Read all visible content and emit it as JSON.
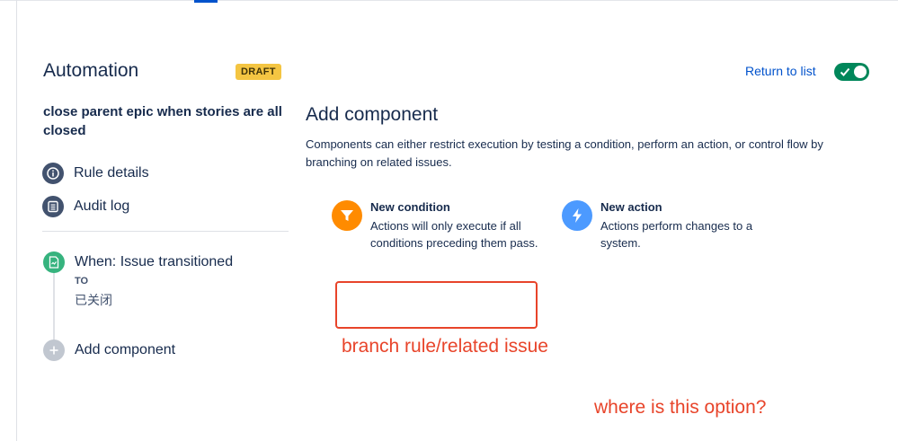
{
  "sidebar": {
    "title": "Automation",
    "badge": "DRAFT",
    "rule_name": "close parent epic when stories are all closed",
    "nav": [
      {
        "label": "Rule details",
        "icon": "info-icon"
      },
      {
        "label": "Audit log",
        "icon": "list-icon"
      }
    ],
    "trigger": {
      "label": "When: Issue transitioned",
      "to_label": "TO",
      "to_value": "已关闭",
      "icon": "trigger-icon"
    },
    "add_component": {
      "label": "Add component",
      "icon": "plus-icon"
    }
  },
  "header": {
    "return_label": "Return to list",
    "toggle_on": true
  },
  "main": {
    "heading": "Add component",
    "description": "Components can either restrict execution by testing a condition, perform an action, or control flow by branching on related issues.",
    "cards": [
      {
        "title": "New condition",
        "description": "Actions will only execute if all conditions preceding them pass.",
        "icon": "filter-icon",
        "color": "#ff8b00"
      },
      {
        "title": "New action",
        "description": "Actions perform changes to a system.",
        "icon": "lightning-icon",
        "color": "#4c9aff"
      }
    ]
  },
  "annotations": {
    "label1": "branch rule/related issue",
    "label2": "where is this option?",
    "color": "#e8442a"
  },
  "colors": {
    "link": "#0052cc",
    "toggle": "#00875a",
    "badge": "#f4c542",
    "trigger": "#36b37e"
  }
}
